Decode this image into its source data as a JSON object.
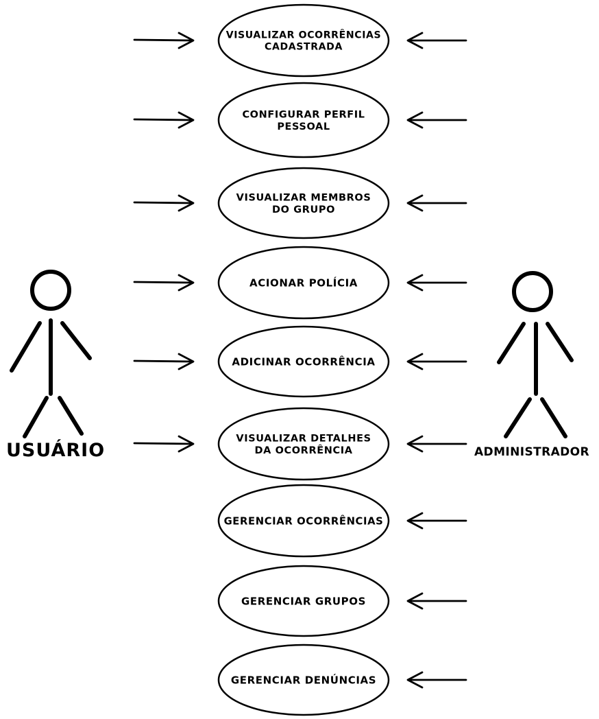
{
  "diagram": {
    "actors": {
      "user": {
        "name": "USUÁRIO"
      },
      "admin": {
        "name": "ADMINISTRADOR"
      }
    },
    "use_cases": [
      {
        "lines": [
          "VISUALIZAR OCORRÊNCIAS",
          "CADASTRADA"
        ],
        "user_arrow": true,
        "admin_arrow": true
      },
      {
        "lines": [
          "CONFIGURAR PERFIL",
          "PESSOAL"
        ],
        "user_arrow": true,
        "admin_arrow": true
      },
      {
        "lines": [
          "VISUALIZAR MEMBROS",
          "DO GRUPO"
        ],
        "user_arrow": true,
        "admin_arrow": true
      },
      {
        "lines": [
          "ACIONAR POLÍCIA"
        ],
        "user_arrow": true,
        "admin_arrow": true
      },
      {
        "lines": [
          "ADICINAR OCORRÊNCIA"
        ],
        "user_arrow": true,
        "admin_arrow": true
      },
      {
        "lines": [
          "VISUALIZAR DETALHES",
          "DA OCORRÊNCIA"
        ],
        "user_arrow": true,
        "admin_arrow": true
      },
      {
        "lines": [
          "GERENCIAR OCORRÊNCIAS"
        ],
        "user_arrow": false,
        "admin_arrow": true
      },
      {
        "lines": [
          "GERENCIAR GRUPOS"
        ],
        "user_arrow": false,
        "admin_arrow": true
      },
      {
        "lines": [
          "GERENCIAR DENÚNCIAS"
        ],
        "user_arrow": false,
        "admin_arrow": true
      }
    ],
    "colors": {
      "stroke": "#000000",
      "fill": "#ffffff",
      "text": "#000000"
    }
  }
}
